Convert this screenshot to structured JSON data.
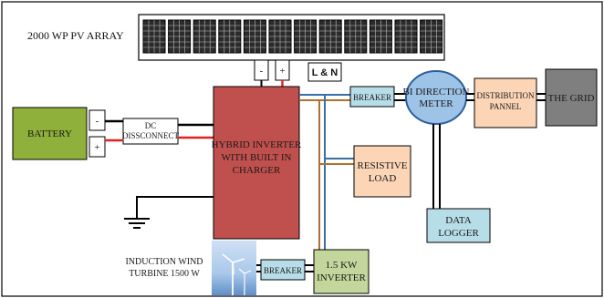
{
  "pv_array": {
    "label": "2000 WP PV ARRAY",
    "panel_count": 12
  },
  "pv_terminals": {
    "minus": "-",
    "plus": "+"
  },
  "ln_label": "L & N",
  "battery": {
    "label": "BATTERY",
    "minus": "-",
    "plus": "+"
  },
  "dc_disconnect": {
    "line1": "DC",
    "line2": "DISSCONNECT"
  },
  "hybrid_inverter": {
    "line1": "HYBRID INVERTER",
    "line2": "WITH BUILT IN",
    "line3": "CHARGER"
  },
  "breaker_top": "BREAKER",
  "bi_meter": {
    "line1": "BI DIRECTION",
    "line2": "METER"
  },
  "distribution": {
    "line1": "DISTRIBUTION",
    "line2": "PANNEL"
  },
  "grid": "THE GRID",
  "resistive_load": {
    "line1": "RESISTIVE",
    "line2": "LOAD"
  },
  "data_logger": {
    "line1": "DATA",
    "line2": "LOGGER"
  },
  "wind": {
    "line1": "INDUCTION WIND",
    "line2": "TURBINE 1500 W"
  },
  "breaker_bottom": "BREAKER",
  "inverter_15": {
    "line1": "1.5 KW",
    "line2": "INVERTER"
  },
  "colors": {
    "battery": "#8fb03a",
    "hybrid": "#c0504d",
    "breaker": "#b7dde8",
    "meter": "#9dc3e6",
    "distribution": "#fbd5b5",
    "grid": "#7f7f7f",
    "load": "#fbd5b5",
    "logger": "#b7dde8",
    "inverter15": "#c3d69b",
    "wire_red": "#e02020",
    "wire_brown": "#b07030",
    "wire_blue": "#3a6ea5",
    "wire_black": "#000000"
  }
}
